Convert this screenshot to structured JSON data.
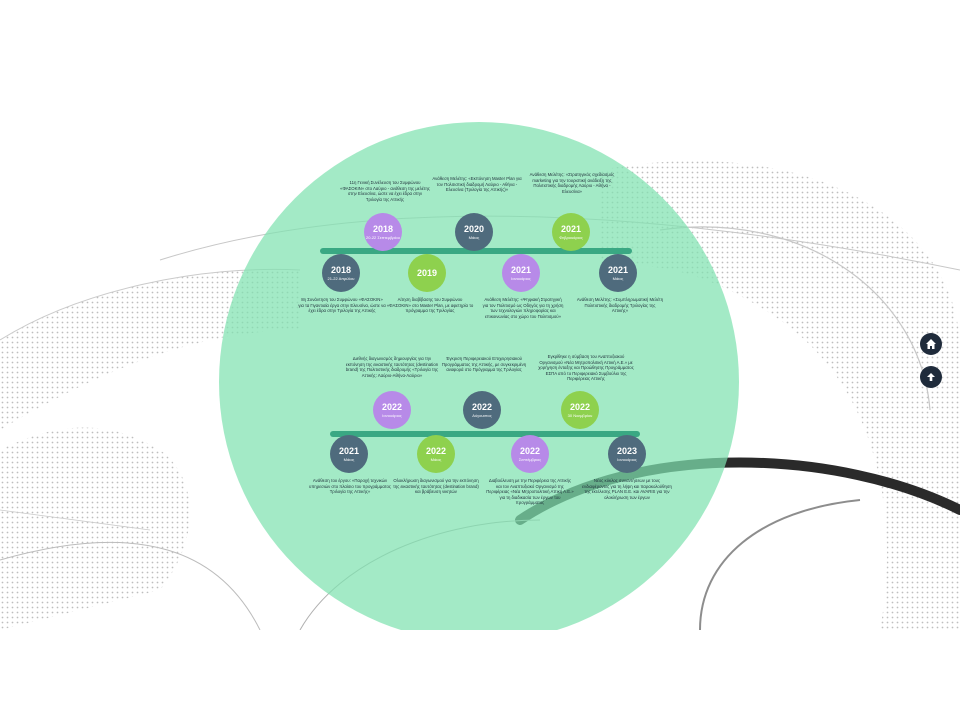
{
  "colors": {
    "circle": "#80e2b0",
    "bar": "#3aa883",
    "slate": "#4f6b7d",
    "purple": "#b78ae8",
    "green": "#8ed14e",
    "nav": "#1f2b3b"
  },
  "nav": {
    "home_icon": "home-icon",
    "up_icon": "arrow-up-icon"
  },
  "timeline1": {
    "top_events": [
      {
        "year": "2018",
        "month": "20-22 Σεπτεμβρίου",
        "color": "purple",
        "caption": "11η Γενική Συνέλευση του Συμφώνου «ΦΑΣΟΚΙΝ» στο Λαύριο - ανάθεση της μελέτης στην Ελευσίνα, ώστε να έχει έδρα στην Τριλογία της Αττικής"
      },
      {
        "year": "2020",
        "month": "Μάιος",
        "color": "slate",
        "caption": "Ανάθεση Μελέτης: «Εκπόνηση Master Plan για τον Πολιτιστική διαδρομή Λαύριο - Αθήνα - Ελευσίνα (Τριλογία της Αττικής)»"
      },
      {
        "year": "2021",
        "month": "Φεβρουάριος",
        "color": "green",
        "caption": "Ανάθεση Μελέτης: «Στρατηγικός σχεδιασμός marketing για την τουριστική ανάδειξη της Πολιτιστικής διαδρομής Λαύριο - Αθήνα - Ελευσίνα»"
      }
    ],
    "bottom_events": [
      {
        "year": "2018",
        "month": "21-22 Απριλίου",
        "color": "slate",
        "caption": "8η Συνάντηση του Συμφώνου «ΦΑΣΟΚΙΝ» για τα Γιγαντιαία έργα στην Ελευσίνα, ώστε να έχει έδρα στην Τριλογία της Αττικής"
      },
      {
        "year": "2019",
        "month": "",
        "color": "green",
        "caption": "Αίτηση διαβίβασης του Συμφώνου «ΦΑΣΟΚΙΝ» στο Master Plan, με αφετηρία το πρόγραμμα της Τριλογίας"
      },
      {
        "year": "2021",
        "month": "Ιανουάριος",
        "color": "purple",
        "caption": "Ανάθεση Μελέτης: «Ψηφιακή Στρατηγική για τον Πολιτισμό ως Οδηγός για τη χρήση των τεχνολογιών πληροφορίας και επικοινωνίας στο χώρο του Πολιτισμού»"
      },
      {
        "year": "2021",
        "month": "Μάιος",
        "color": "slate",
        "caption": "Ανάθεση Μελέτης: «Συμπληρωματική Μελέτη Πολιτιστικής διαδρομής Τριλογίας της Αττικής»"
      }
    ]
  },
  "timeline2": {
    "top_events": [
      {
        "year": "2022",
        "month": "Ιανουάριος",
        "color": "purple",
        "caption": "Διεθνής διαγωνισμός δημιουργίας για την εκπόνηση της εικαστικής ταυτότητας (destination brand) της Πολιτιστικής διαδρομής «Τριλογία της Αττικής: Λαύριο-Αθήνα-Λαύριο»"
      },
      {
        "year": "2022",
        "month": "Αύγουστος",
        "color": "slate",
        "caption": "Έγκριση Περιφερειακού Επιχειρησιακού Προγράμματος της Αττικής, με συγκεκριμένη αναφορά στο Πρόγραμμα της Τριλογίας"
      },
      {
        "year": "2022",
        "month": "30 Νοεμβρίου",
        "color": "green",
        "caption": "Εγκρίθηκε η σύμβαση του Αναπτυξιακού Οργανισμού «Νέα Μητροπολιτική Αττική Α.Ε.» με χορήγηση ένταξης και Προώθησης Προγράμματος ΕΣΠΑ από το Περιφερειακό Συμβούλιο της Περιφέρειας Αττικής"
      }
    ],
    "bottom_events": [
      {
        "year": "2021",
        "month": "Μάιος",
        "color": "slate",
        "caption": "Ανάθεση του έργου: «Παροχή τεχνικών υπηρεσιών στο πλαίσιο του προγράμματος Τριλογία της Αττικής»"
      },
      {
        "year": "2022",
        "month": "Μάιος",
        "color": "green",
        "caption": "Ολοκλήρωση διαγωνισμού για την εκπόνηση της εικαστικής ταυτότητας (destination brand) και βράβευση νικητών"
      },
      {
        "year": "2022",
        "month": "Σεπτέμβριος",
        "color": "purple",
        "caption": "Διαβούλευση με την Περιφέρεια της Αττικής και τον Αναπτυξιακό Οργανισμό της Περιφέρειας «Νέα Μητροπολιτική Αττική Α.Ε.» για τη διαδικασία των έργων του προγράμματος"
      },
      {
        "year": "2023",
        "month": "Ιανουάριος",
        "color": "slate",
        "caption": "Νέος κύκλος συναντήσεων με τους ενδιαφέροντες για τη λήψη και παρακολούθηση της εκτέλεσης PLAN Ε.Ε. και AVARIS για την ολοκλήρωση των έργων"
      }
    ]
  }
}
